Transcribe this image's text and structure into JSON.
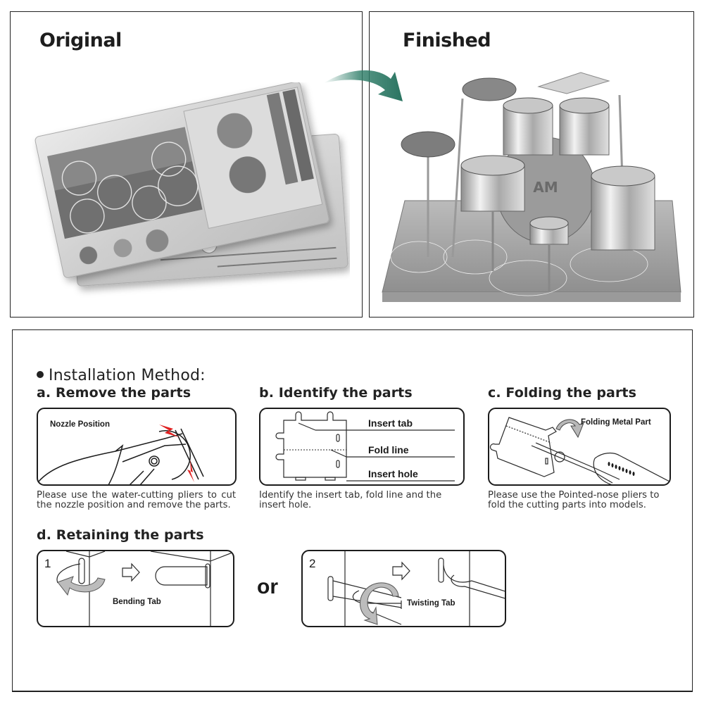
{
  "panels": {
    "original": {
      "title": "Original",
      "image": "flat-metal-sheet-photo"
    },
    "finished": {
      "title": "Finished",
      "image": "assembled-drum-kit-photo",
      "bass_drum_logo": "AM"
    }
  },
  "flow_arrow": {
    "icon": "curved-arrow-right-icon",
    "color": "#2e7d68"
  },
  "installation": {
    "heading": "Installation Method:",
    "steps": {
      "a": {
        "title": "a. Remove the parts",
        "labels": {
          "nozzle": "Nozzle Position"
        },
        "caption": "Please use the water-cutting pliers to cut the nozzle position and remove the parts.",
        "accent_color": "#e02020"
      },
      "b": {
        "title": "b. Identify the parts",
        "labels": {
          "insert_tab": "Insert tab",
          "fold_line": "Fold line",
          "insert_hole": "Insert hole"
        },
        "caption": "Identify the insert tab, fold line and the insert hole."
      },
      "c": {
        "title": "c. Folding the parts",
        "labels": {
          "folding": "Folding Metal Part"
        },
        "caption": "Please use the Pointed-nose pliers to fold the cutting parts into models."
      },
      "d": {
        "title": "d. Retaining the parts",
        "option1": {
          "number": "1",
          "label": "Bending Tab"
        },
        "separator": "or",
        "option2": {
          "number": "2",
          "label": "Twisting Tab"
        }
      }
    }
  }
}
